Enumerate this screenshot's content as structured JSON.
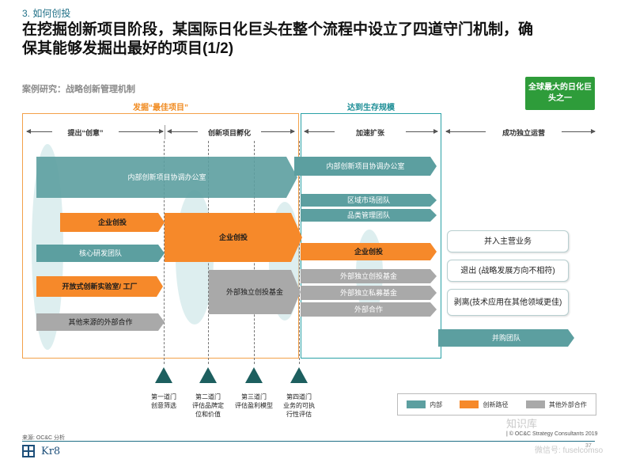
{
  "header": {
    "section": "3. 如何创投",
    "title_line1": "在挖掘创新项目阶段，某国际日化巨头在整个流程中设立了四道守门机制，确",
    "title_line2": "保其能够发掘出最好的项目(1/2)",
    "subtitle": "案例研究：战略创新管理机制",
    "badge": "全球最大的日化巨头之一"
  },
  "phases": {
    "discover": "发掘“最佳项目”",
    "scale": "达到生存规模"
  },
  "stages": [
    "提出“创意”",
    "创新项目孵化",
    "加速扩张",
    "成功独立运营"
  ],
  "bars": {
    "internal_office_1": "内部创新项目协调办公室",
    "internal_office_2": "内部创新项目协调办公室",
    "regional_team": "区域市场团队",
    "category_team": "品类管理团队",
    "corp_venture_1": "企业创投",
    "corp_venture_2": "企业创投",
    "corp_venture_3": "企业创投",
    "core_rd": "核心研发团队",
    "open_lab": "开放式创新实验室/ 工厂",
    "other_partners": "其他来源的外部合作",
    "ext_fund_1": "外部独立创投基金",
    "ext_fund_2": "外部独立创投基金",
    "ext_pe": "外部独立私募基金",
    "ext_coop": "外部合作"
  },
  "outcomes": [
    "并入主营业务",
    "退出 (战略发展方向不相符)",
    "剥离(技术应用在其他领域更佳)",
    "并购团队"
  ],
  "gates": [
    {
      "name": "第一道门",
      "desc1": "创意筛选",
      "desc2": ""
    },
    {
      "name": "第二道门",
      "desc1": "评估品牌定",
      "desc2": "位和价值"
    },
    {
      "name": "第三道门",
      "desc1": "评估盈利模型",
      "desc2": ""
    },
    {
      "name": "第四道门",
      "desc1": "业务的可执",
      "desc2": "行性评估"
    }
  ],
  "legend": {
    "internal": "内部",
    "innovation": "创新路径",
    "external": "其他外部合作"
  },
  "colors": {
    "teal": "#5c9fa0",
    "orange": "#f6892a",
    "grey": "#a9a9a9",
    "badge_green": "#2e9c3a",
    "gate_dark": "#1d5f5f"
  },
  "footer": {
    "source": "来源: OC&C 分析",
    "copyright": "| © OC&C Strategy Consultants 2019",
    "page": "37",
    "logo": "Kr8",
    "watermark": "知识库",
    "watermark2": "微信号: fuselcomso"
  }
}
